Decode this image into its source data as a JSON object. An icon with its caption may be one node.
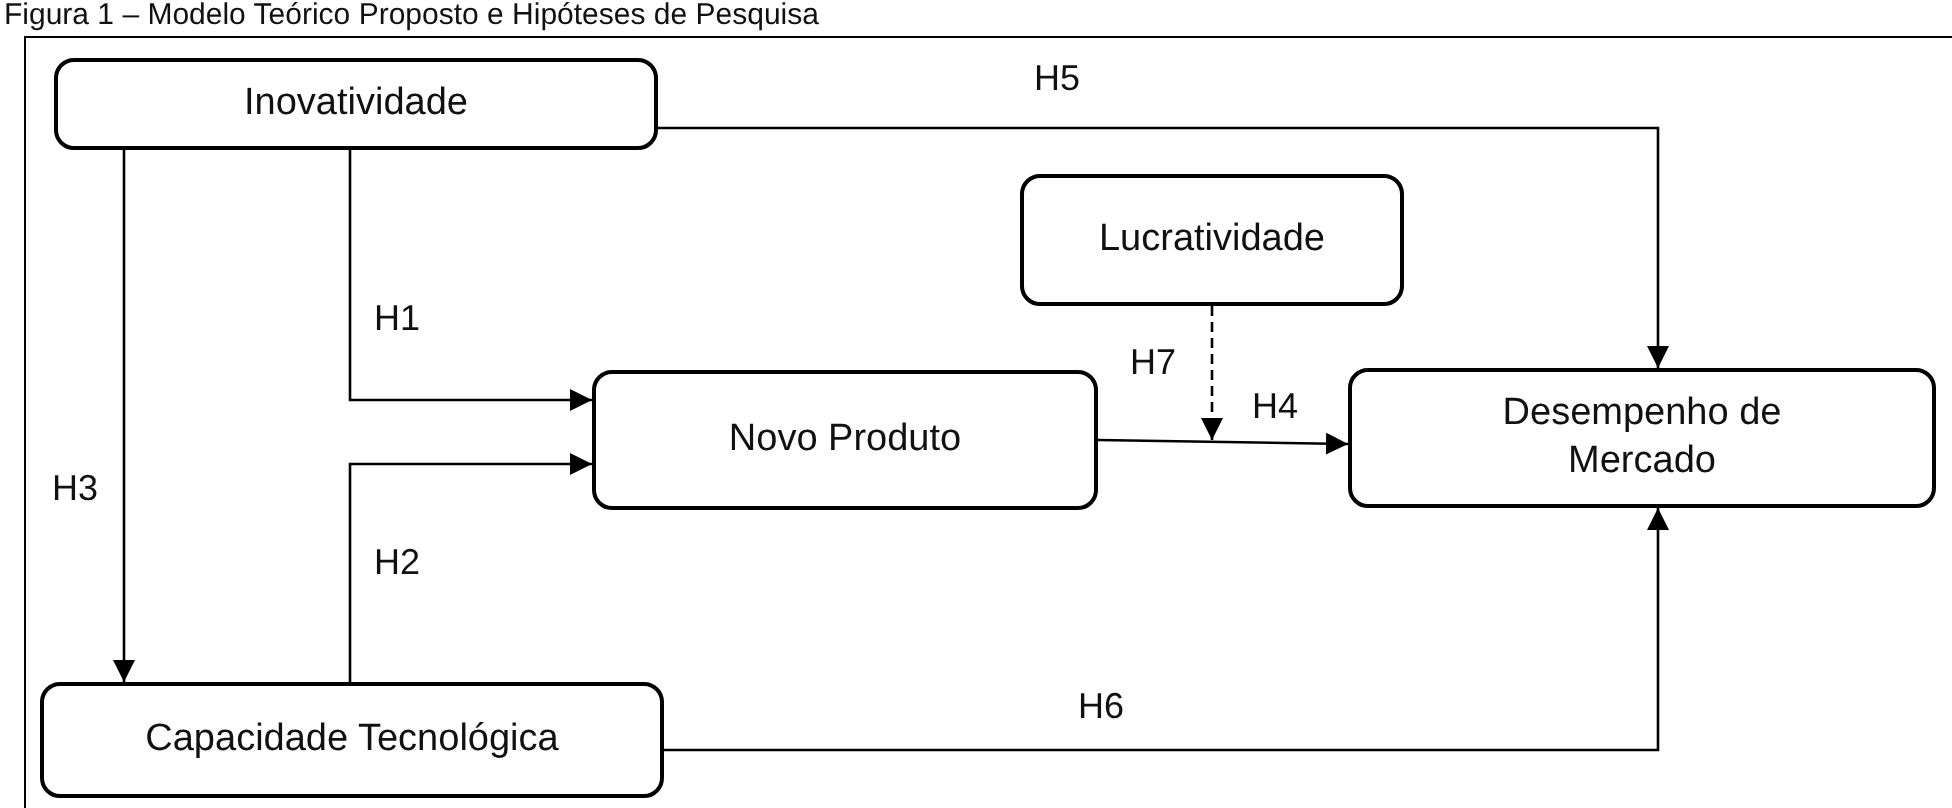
{
  "diagram": {
    "title": "Figura 1 – Modelo Teórico Proposto e Hipóteses de Pesquisa",
    "nodes": [
      {
        "text": [
          "Inovatividade"
        ]
      },
      {
        "text": [
          "Lucratividade"
        ]
      },
      {
        "text": [
          "Novo Produto"
        ]
      },
      {
        "text": [
          "Desempenho de Mercado"
        ]
      },
      {
        "text": [
          "Capacidade Tecnológica"
        ]
      }
    ],
    "edges": [
      {
        "from": 0,
        "to": 2,
        "arrow": "to",
        "label": "H1"
      },
      {
        "from": 4,
        "to": 2,
        "arrow": "to",
        "label": "H2"
      },
      {
        "from": 0,
        "to": 4,
        "arrow": "to",
        "label": "H3"
      },
      {
        "from": 2,
        "to": 3,
        "arrow": "to",
        "label": "H4"
      },
      {
        "from": 0,
        "to": 3,
        "arrow": "to",
        "label": "H5"
      },
      {
        "from": 4,
        "to": 3,
        "arrow": "to",
        "label": "H6"
      },
      {
        "from": 1,
        "to": null,
        "arrow": "to",
        "label": "H7",
        "style": "dashed"
      }
    ]
  }
}
